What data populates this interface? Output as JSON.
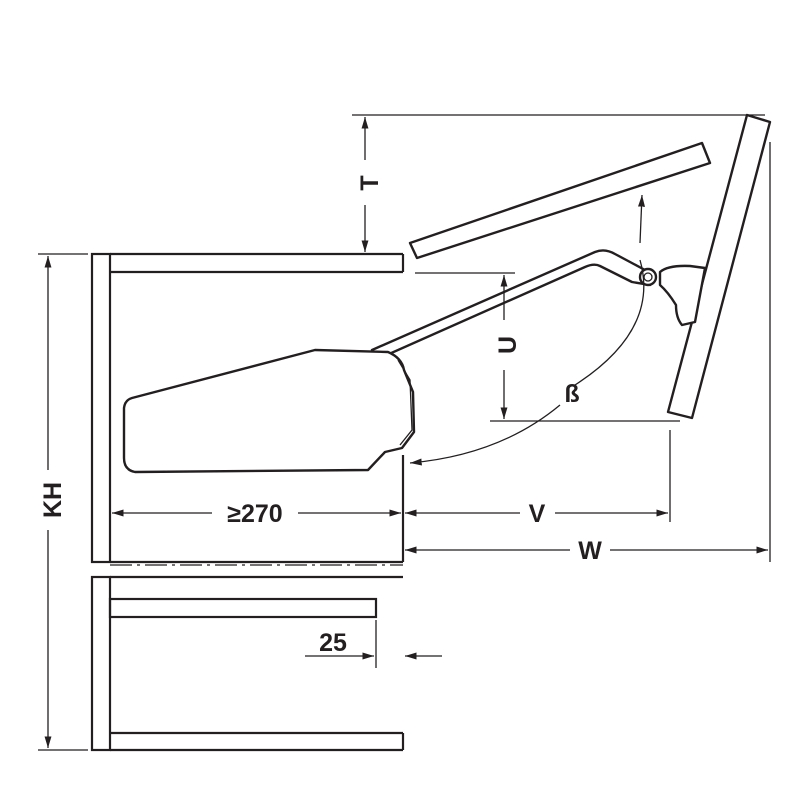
{
  "diagram": {
    "labels": {
      "t": "T",
      "u": "U",
      "beta": "ß",
      "kh": "KH",
      "min_depth": "≥270",
      "v": "V",
      "w": "W",
      "offset": "25"
    },
    "line_color": "#231f20"
  }
}
